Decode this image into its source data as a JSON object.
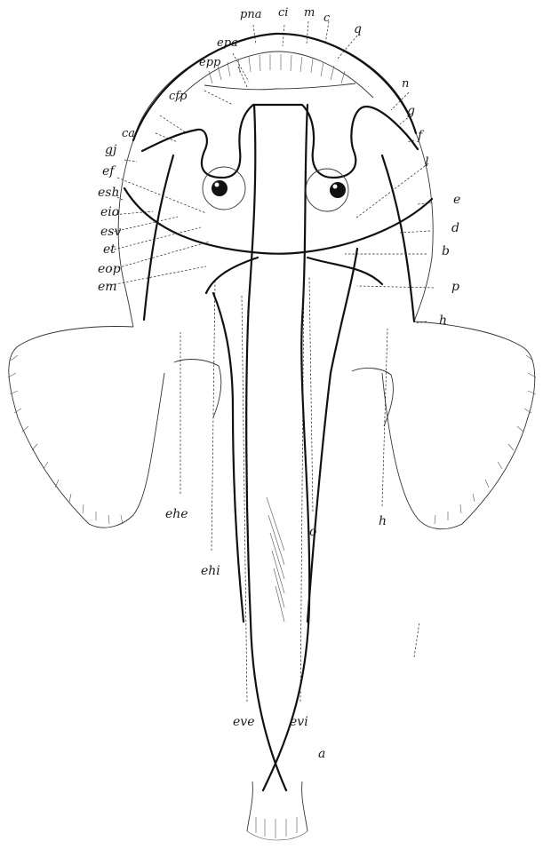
{
  "diagram": {
    "labels": {
      "pna": "pna",
      "ci": "ci",
      "m": "m",
      "c": "c",
      "q": "q",
      "epa": "epa",
      "epp": "epp",
      "n": "n",
      "cfp": "cfp",
      "g_right": "g",
      "ca": "ca",
      "gj": "gj",
      "f": "f",
      "ef": "ef",
      "l": "l",
      "esh": "esh",
      "e": "e",
      "eio": "eio",
      "d": "d",
      "esv": "esv",
      "et": "et",
      "b": "b",
      "eop": "eop",
      "em": "em",
      "p": "p",
      "h_top": "h",
      "ehe": "ehe",
      "h_bottom": "h",
      "ehi": "ehi",
      "o": "o",
      "eve": "eve",
      "evi": "evi",
      "a": "a"
    }
  }
}
